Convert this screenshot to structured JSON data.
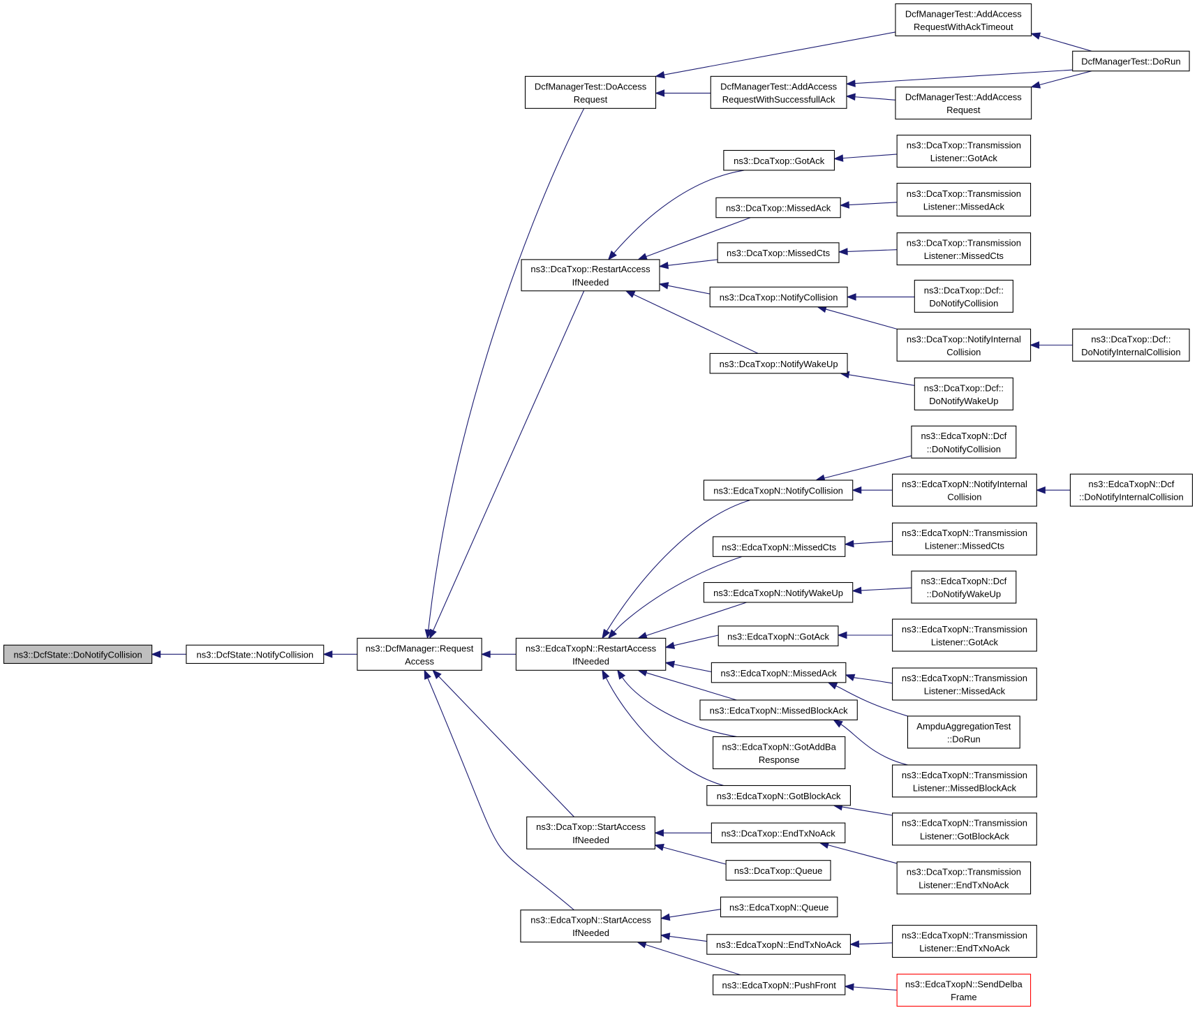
{
  "diagram": {
    "nodes": {
      "root": {
        "label": [
          "ns3::DcfState::DoNotifyCollision"
        ]
      },
      "dcfstate_notify": {
        "label": [
          "ns3::DcfState::NotifyCollision"
        ]
      },
      "dcfmgr_req": {
        "label": [
          "ns3::DcfManager::Request",
          "Access"
        ]
      },
      "dmt_doaccess": {
        "label": [
          "DcfManagerTest::DoAccess",
          "Request"
        ]
      },
      "dmt_addtimeout": {
        "label": [
          "DcfManagerTest::AddAccess",
          "RequestWithAckTimeout"
        ]
      },
      "dmt_dorun": {
        "label": [
          "DcfManagerTest::DoRun"
        ]
      },
      "dmt_addsucc": {
        "label": [
          "DcfManagerTest::AddAccess",
          "RequestWithSuccessfullAck"
        ]
      },
      "dmt_addreq": {
        "label": [
          "DcfManagerTest::AddAccess",
          "Request"
        ]
      },
      "dca_restart": {
        "label": [
          "ns3::DcaTxop::RestartAccess",
          "IfNeeded"
        ]
      },
      "dca_gotack": {
        "label": [
          "ns3::DcaTxop::GotAck"
        ]
      },
      "dca_tl_gotack": {
        "label": [
          "ns3::DcaTxop::Transmission",
          "Listener::GotAck"
        ]
      },
      "dca_missedack": {
        "label": [
          "ns3::DcaTxop::MissedAck"
        ]
      },
      "dca_tl_missedack": {
        "label": [
          "ns3::DcaTxop::Transmission",
          "Listener::MissedAck"
        ]
      },
      "dca_missedcts": {
        "label": [
          "ns3::DcaTxop::MissedCts"
        ]
      },
      "dca_tl_missedcts": {
        "label": [
          "ns3::DcaTxop::Transmission",
          "Listener::MissedCts"
        ]
      },
      "dca_notifycoll": {
        "label": [
          "ns3::DcaTxop::NotifyCollision"
        ]
      },
      "dca_dcf_donotifycoll": {
        "label": [
          "ns3::DcaTxop::Dcf::",
          "DoNotifyCollision"
        ]
      },
      "dca_notifyint": {
        "label": [
          "ns3::DcaTxop::NotifyInternal",
          "Collision"
        ]
      },
      "dca_dcf_donotifyint": {
        "label": [
          "ns3::DcaTxop::Dcf::",
          "DoNotifyInternalCollision"
        ]
      },
      "dca_wakeup": {
        "label": [
          "ns3::DcaTxop::NotifyWakeUp"
        ]
      },
      "dca_dcf_dowakeup": {
        "label": [
          "ns3::DcaTxop::Dcf::",
          "DoNotifyWakeUp"
        ]
      },
      "edca_restart": {
        "label": [
          "ns3::EdcaTxopN::RestartAccess",
          "IfNeeded"
        ]
      },
      "edca_notifycoll": {
        "label": [
          "ns3::EdcaTxopN::NotifyCollision"
        ]
      },
      "edca_dcf_donotifycoll": {
        "label": [
          "ns3::EdcaTxopN::Dcf",
          "::DoNotifyCollision"
        ]
      },
      "edca_notifyint": {
        "label": [
          "ns3::EdcaTxopN::NotifyInternal",
          "Collision"
        ]
      },
      "edca_dcf_donotifyint": {
        "label": [
          "ns3::EdcaTxopN::Dcf",
          "::DoNotifyInternalCollision"
        ]
      },
      "edca_missedcts": {
        "label": [
          "ns3::EdcaTxopN::MissedCts"
        ]
      },
      "edca_tl_missedcts": {
        "label": [
          "ns3::EdcaTxopN::Transmission",
          "Listener::MissedCts"
        ]
      },
      "edca_wakeup": {
        "label": [
          "ns3::EdcaTxopN::NotifyWakeUp"
        ]
      },
      "edca_dcf_dowakeup": {
        "label": [
          "ns3::EdcaTxopN::Dcf",
          "::DoNotifyWakeUp"
        ]
      },
      "edca_gotack": {
        "label": [
          "ns3::EdcaTxopN::GotAck"
        ]
      },
      "edca_tl_gotack": {
        "label": [
          "ns3::EdcaTxopN::Transmission",
          "Listener::GotAck"
        ]
      },
      "edca_missedack": {
        "label": [
          "ns3::EdcaTxopN::MissedAck"
        ]
      },
      "edca_tl_missedack": {
        "label": [
          "ns3::EdcaTxopN::Transmission",
          "Listener::MissedAck"
        ]
      },
      "ampdu_dorun": {
        "label": [
          "AmpduAggregationTest",
          "::DoRun"
        ]
      },
      "edca_missedblock": {
        "label": [
          "ns3::EdcaTxopN::MissedBlockAck"
        ]
      },
      "edca_tl_missedblock": {
        "label": [
          "ns3::EdcaTxopN::Transmission",
          "Listener::MissedBlockAck"
        ]
      },
      "edca_gotaddba": {
        "label": [
          "ns3::EdcaTxopN::GotAddBa",
          "Response"
        ]
      },
      "edca_gotblock": {
        "label": [
          "ns3::EdcaTxopN::GotBlockAck"
        ]
      },
      "edca_tl_gotblock": {
        "label": [
          "ns3::EdcaTxopN::Transmission",
          "Listener::GotBlockAck"
        ]
      },
      "dca_start": {
        "label": [
          "ns3::DcaTxop::StartAccess",
          "IfNeeded"
        ]
      },
      "dca_endtx": {
        "label": [
          "ns3::DcaTxop::EndTxNoAck"
        ]
      },
      "dca_tl_endtx": {
        "label": [
          "ns3::DcaTxop::Transmission",
          "Listener::EndTxNoAck"
        ]
      },
      "dca_queue": {
        "label": [
          "ns3::DcaTxop::Queue"
        ]
      },
      "edca_start": {
        "label": [
          "ns3::EdcaTxopN::StartAccess",
          "IfNeeded"
        ]
      },
      "edca_queue": {
        "label": [
          "ns3::EdcaTxopN::Queue"
        ]
      },
      "edca_endtx": {
        "label": [
          "ns3::EdcaTxopN::EndTxNoAck"
        ]
      },
      "edca_tl_endtx": {
        "label": [
          "ns3::EdcaTxopN::Transmission",
          "Listener::EndTxNoAck"
        ]
      },
      "edca_pushfront": {
        "label": [
          "ns3::EdcaTxopN::PushFront"
        ]
      },
      "edca_senddelba": {
        "label": [
          "ns3::EdcaTxopN::SendDelba",
          "Frame"
        ]
      }
    },
    "edges": [
      [
        "dcfstate_notify",
        "root"
      ],
      [
        "dcfmgr_req",
        "dcfstate_notify"
      ],
      [
        "dmt_doaccess",
        "dcfmgr_req"
      ],
      [
        "dca_restart",
        "dcfmgr_req"
      ],
      [
        "edca_restart",
        "dcfmgr_req"
      ],
      [
        "dca_start",
        "dcfmgr_req"
      ],
      [
        "edca_start",
        "dcfmgr_req"
      ],
      [
        "dmt_addtimeout",
        "dmt_doaccess"
      ],
      [
        "dmt_addsucc",
        "dmt_doaccess"
      ],
      [
        "dmt_dorun",
        "dmt_addtimeout"
      ],
      [
        "dmt_dorun",
        "dmt_addsucc"
      ],
      [
        "dmt_dorun",
        "dmt_addreq"
      ],
      [
        "dmt_addreq",
        "dmt_addsucc"
      ],
      [
        "dca_gotack",
        "dca_restart"
      ],
      [
        "dca_missedack",
        "dca_restart"
      ],
      [
        "dca_missedcts",
        "dca_restart"
      ],
      [
        "dca_notifycoll",
        "dca_restart"
      ],
      [
        "dca_wakeup",
        "dca_restart"
      ],
      [
        "dca_tl_gotack",
        "dca_gotack"
      ],
      [
        "dca_tl_missedack",
        "dca_missedack"
      ],
      [
        "dca_tl_missedcts",
        "dca_missedcts"
      ],
      [
        "dca_dcf_donotifycoll",
        "dca_notifycoll"
      ],
      [
        "dca_notifyint",
        "dca_notifycoll"
      ],
      [
        "dca_dcf_donotifyint",
        "dca_notifyint"
      ],
      [
        "dca_dcf_dowakeup",
        "dca_wakeup"
      ],
      [
        "edca_notifycoll",
        "edca_restart"
      ],
      [
        "edca_missedcts",
        "edca_restart"
      ],
      [
        "edca_wakeup",
        "edca_restart"
      ],
      [
        "edca_gotack",
        "edca_restart"
      ],
      [
        "edca_missedack",
        "edca_restart"
      ],
      [
        "edca_missedblock",
        "edca_restart"
      ],
      [
        "edca_gotaddba",
        "edca_restart"
      ],
      [
        "edca_gotblock",
        "edca_restart"
      ],
      [
        "edca_dcf_donotifycoll",
        "edca_notifycoll"
      ],
      [
        "edca_notifyint",
        "edca_notifycoll"
      ],
      [
        "edca_dcf_donotifyint",
        "edca_notifyint"
      ],
      [
        "edca_tl_missedcts",
        "edca_missedcts"
      ],
      [
        "edca_dcf_dowakeup",
        "edca_wakeup"
      ],
      [
        "edca_tl_gotack",
        "edca_gotack"
      ],
      [
        "edca_tl_missedack",
        "edca_missedack"
      ],
      [
        "ampdu_dorun",
        "edca_missedack"
      ],
      [
        "edca_tl_missedblock",
        "edca_missedblock"
      ],
      [
        "edca_tl_gotblock",
        "edca_gotblock"
      ],
      [
        "dca_endtx",
        "dca_start"
      ],
      [
        "dca_queue",
        "dca_start"
      ],
      [
        "dca_tl_endtx",
        "dca_endtx"
      ],
      [
        "edca_queue",
        "edca_start"
      ],
      [
        "edca_endtx",
        "edca_start"
      ],
      [
        "edca_pushfront",
        "edca_start"
      ],
      [
        "edca_tl_endtx",
        "edca_endtx"
      ],
      [
        "edca_senddelba",
        "edca_pushfront"
      ]
    ]
  },
  "colors": {
    "edge": "#191970",
    "root_fill": "#bfbfbf",
    "node_border": "#000000",
    "missing_border": "#ff0000"
  }
}
